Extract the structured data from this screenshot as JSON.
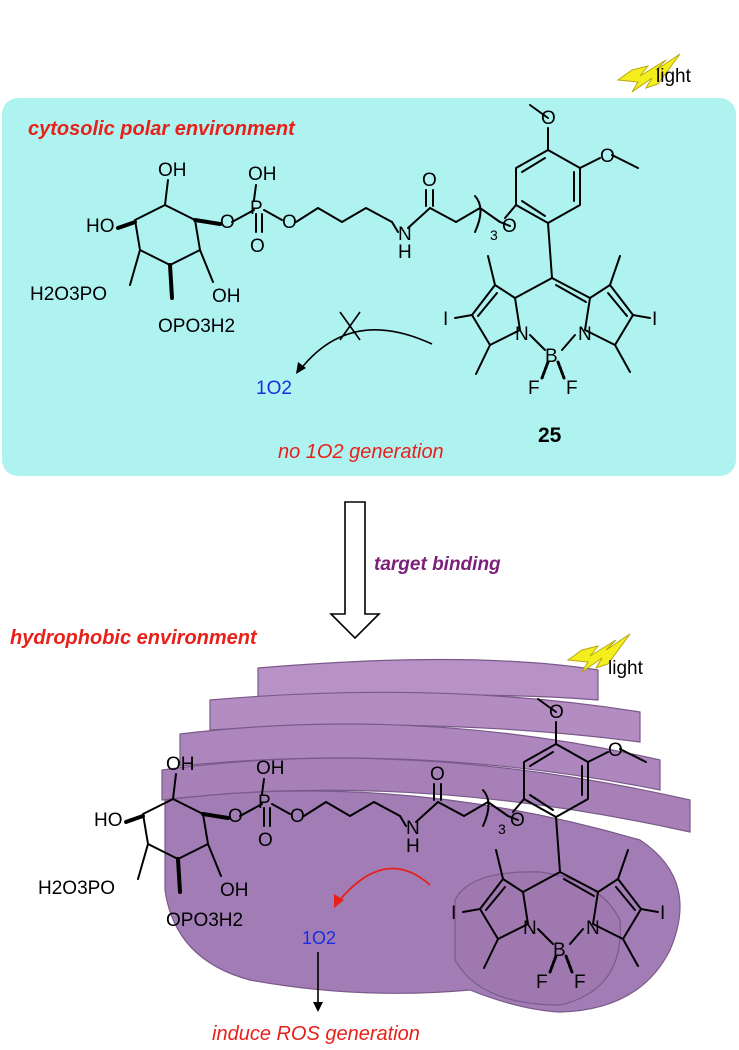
{
  "top": {
    "light_label": "light",
    "environment_label": "cytosolic polar environment",
    "compound_number": "25",
    "singlet_oxygen": "1O2",
    "caption": "no 1O2 generation",
    "colors": {
      "panel": "#aff3f1",
      "label_red": "#e8201a",
      "oxygen_blue": "#1a2de0"
    }
  },
  "transition": {
    "label": "target binding",
    "color": "#7a1f7a"
  },
  "bottom": {
    "environment_label": "hydrophobic environment",
    "light_label": "light",
    "singlet_oxygen": "1O2",
    "caption": "induce ROS generation",
    "colors": {
      "protein": "#a27cb4",
      "protein_light": "#c09acc"
    }
  },
  "molecule": {
    "atoms": {
      "oh_top": "OH",
      "ho_left": "HO",
      "phosphate_left": "H2O3PO",
      "oh_right": "OH",
      "phosphate_bottom": "OPO3H2",
      "p_oh": "OH",
      "p": "P",
      "p_ester_o": "O",
      "p_o_double": "O",
      "p_o_chain": "O",
      "amide_o": "O",
      "nh": "N",
      "nh_h": "H",
      "repeat_sub": "3",
      "ether_o": "O",
      "methoxy_o1": "O",
      "methoxy_o2": "O",
      "n_left": "N",
      "n_right": "N",
      "boron": "B",
      "f_left": "F",
      "f_right": "F",
      "iodo_left": "I",
      "iodo_right": "I"
    }
  }
}
